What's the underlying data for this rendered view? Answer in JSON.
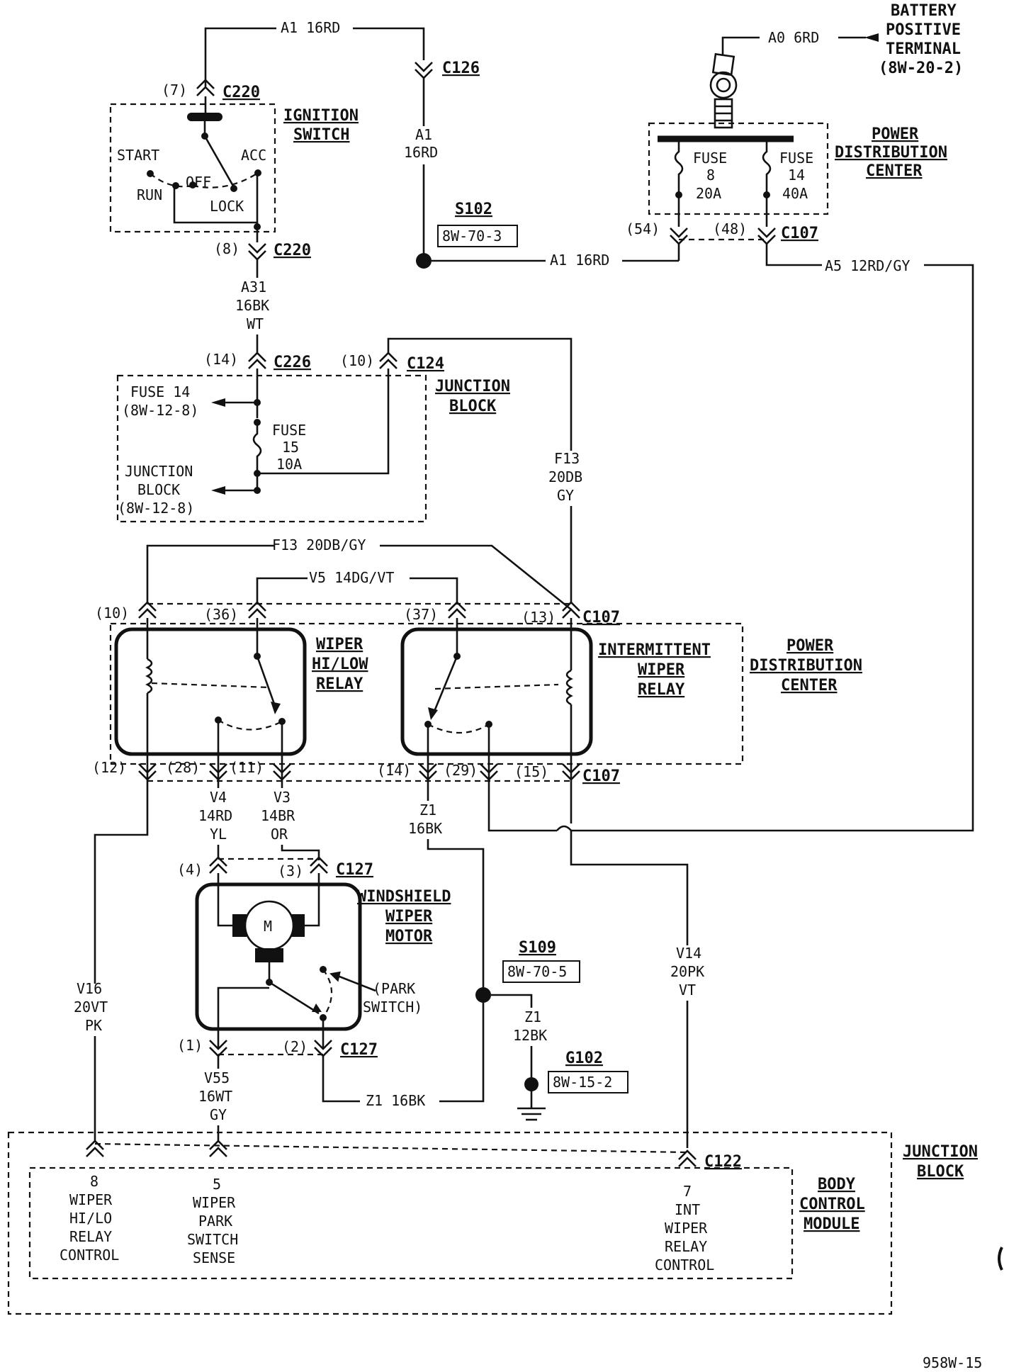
{
  "battery": {
    "l1": "BATTERY",
    "l2": "POSITIVE",
    "l3": "TERMINAL",
    "l4": "(8W-20-2)",
    "wire": "A0  6RD"
  },
  "ignition": {
    "title1": "IGNITION",
    "title2": "SWITCH",
    "start": "START",
    "acc": "ACC",
    "off": "OFF",
    "run": "RUN",
    "lock": "LOCK",
    "conn": "C220",
    "pin_top": "(7)",
    "pin_bot": "(8)"
  },
  "wires": {
    "a1_top": "A1  16RD",
    "a1_l1": "A1",
    "a1_l2": "16RD",
    "a1_bottom": "A1  16RD",
    "a31_l1": "A31",
    "a31_l2": "16BK",
    "a31_l3": "WT",
    "f13_l1": "F13",
    "f13_l2": "20DB",
    "f13_l3": "GY",
    "f13_horiz": "F13  20DB/GY",
    "v5": "V5  14DG/VT",
    "a5": "A5  12RD/GY",
    "v4_l1": "V4",
    "v4_l2": "14RD",
    "v4_l3": "YL",
    "v3_l1": "V3",
    "v3_l2": "14BR",
    "v3_l3": "OR",
    "z1_l1": "Z1",
    "z1_l2": "16BK",
    "z1_bottom": "Z1  16BK",
    "z1g_l1": "Z1",
    "z1g_l2": "12BK",
    "v16_l1": "V16",
    "v16_l2": "20VT",
    "v16_l3": "PK",
    "v14_l1": "V14",
    "v14_l2": "20PK",
    "v14_l3": "VT",
    "v55_l1": "V55",
    "v55_l2": "16WT",
    "v55_l3": "GY"
  },
  "connectors": {
    "c126": "C126",
    "c226": "C226",
    "c124": "C124",
    "c107": "C107",
    "c127": "C127",
    "c122": "C122"
  },
  "pins": {
    "p14": "(14)",
    "p10": "(10)",
    "p54": "(54)",
    "p48": "(48)",
    "p36": "(36)",
    "p37": "(37)",
    "p13": "(13)",
    "p12": "(12)",
    "p28": "(28)",
    "p11": "(11)",
    "p14b": "(14)",
    "p29": "(29)",
    "p15": "(15)",
    "p4": "(4)",
    "p3": "(3)",
    "p1": "(1)",
    "p2": "(2)"
  },
  "splices": {
    "s102": "S102",
    "s102_ref": "8W-70-3",
    "s109": "S109",
    "s109_ref": "8W-70-5",
    "g102": "G102",
    "g102_ref": "8W-15-2"
  },
  "pdc": {
    "title1": "POWER",
    "title2": "DISTRIBUTION",
    "title3": "CENTER",
    "fuse8_l1": "FUSE",
    "fuse8_l2": "8",
    "fuse8_l3": "20A",
    "fuse14_l1": "FUSE",
    "fuse14_l2": "14",
    "fuse14_l3": "40A"
  },
  "junction": {
    "title1": "JUNCTION",
    "title2": "BLOCK",
    "fuse14_l1": "FUSE 14",
    "fuse14_l2": "(8W-12-8)",
    "fuse15_l1": "FUSE",
    "fuse15_l2": "15",
    "fuse15_l3": "10A",
    "jb_l1": "JUNCTION",
    "jb_l2": "BLOCK",
    "jb_l3": "(8W-12-8)"
  },
  "relays": {
    "hilo1": "WIPER",
    "hilo2": "HI/LOW",
    "hilo3": "RELAY",
    "int1": "INTERMITTENT",
    "int2": "WIPER",
    "int3": "RELAY",
    "pdc1": "POWER",
    "pdc2": "DISTRIBUTION",
    "pdc3": "CENTER"
  },
  "motor": {
    "m": "M",
    "title1": "WINDSHIELD",
    "title2": "WIPER",
    "title3": "MOTOR",
    "park1": "(PARK",
    "park2": "SWITCH)"
  },
  "bcm": {
    "jb1": "JUNCTION",
    "jb2": "BLOCK",
    "bcm1": "BODY",
    "bcm2": "CONTROL",
    "bcm3": "MODULE",
    "p8_num": "8",
    "p8_l1": "WIPER",
    "p8_l2": "HI/LO",
    "p8_l3": "RELAY",
    "p8_l4": "CONTROL",
    "p5_num": "5",
    "p5_l1": "WIPER",
    "p5_l2": "PARK",
    "p5_l3": "SWITCH",
    "p5_l4": "SENSE",
    "p7_num": "7",
    "p7_l1": "INT",
    "p7_l2": "WIPER",
    "p7_l3": "RELAY",
    "p7_l4": "CONTROL"
  },
  "footer": "958W-15"
}
